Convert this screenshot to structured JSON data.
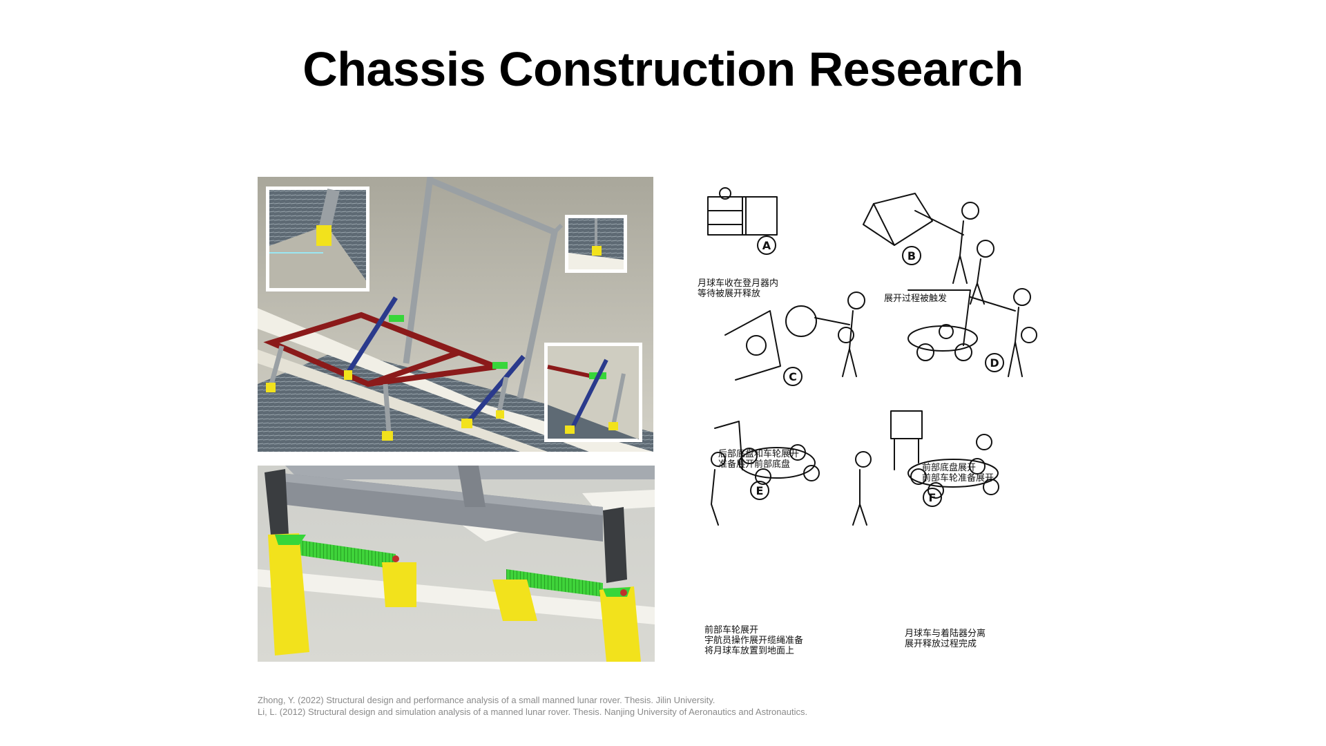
{
  "slide": {
    "title": "Chassis Construction Research"
  },
  "deployment_panels": [
    {
      "letter": "A",
      "caption": "月球车收在登月器内\n等待被展开释放"
    },
    {
      "letter": "B",
      "caption": "展开过程被触发"
    },
    {
      "letter": "C",
      "caption": "后部底盘和车轮展开\n准备展开前部底盘"
    },
    {
      "letter": "D",
      "caption": "前部底盘展开\n前部车轮准备展开"
    },
    {
      "letter": "E",
      "caption": "前部车轮展开\n宇航员操作展开缆绳准备\n将月球车放置到地面上"
    },
    {
      "letter": "F",
      "caption": "月球车与着陆器分离\n展开释放过程完成"
    }
  ],
  "references": [
    "Zhong, Y. (2022) Structural design and performance analysis of a small manned lunar rover. Thesis. Jilin University.",
    "Li, L. (2012) Structural design and simulation analysis of a manned lunar rover. Thesis. Nanjing University of Aeronautics and Astronautics."
  ],
  "colors": {
    "frame_red": "#8b1a1a",
    "bracket_yellow": "#f2e21c",
    "spring_green": "#37d63a",
    "strut_blue": "#2a3a8c",
    "beam_gray": "#8a8f96"
  }
}
